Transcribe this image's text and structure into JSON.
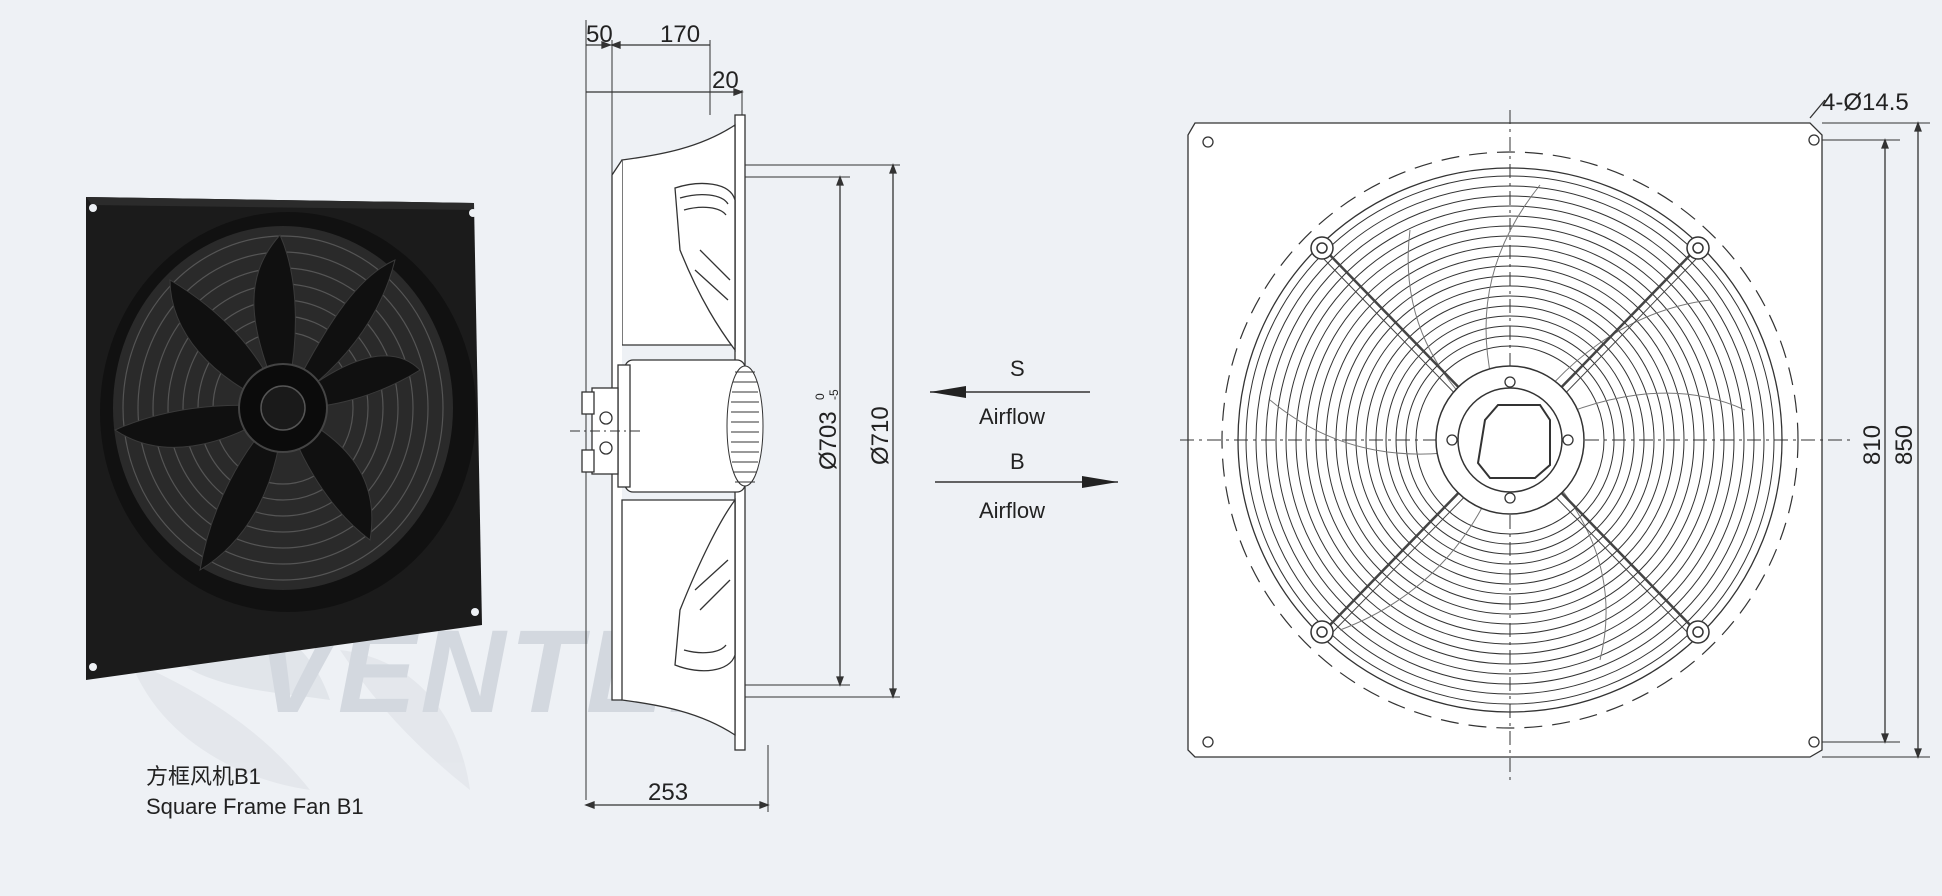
{
  "side_view": {
    "dims": {
      "top_left": "50",
      "top_right": "170",
      "flange": "20",
      "bottom": "253",
      "inner_dia_base": "Ø703",
      "inner_dia_tol_upper": "0",
      "inner_dia_tol_lower": "-5",
      "outer_dia": "Ø710"
    }
  },
  "airflow": {
    "s_label": "S",
    "s_text": "Airflow",
    "b_label": "B",
    "b_text": "Airflow"
  },
  "front_view": {
    "hole_label": "4-Ø14.5",
    "dim_inner": "810",
    "dim_outer": "850"
  },
  "watermark": {
    "text": "VENTEL"
  },
  "caption": {
    "cn": "方框风机B1",
    "en": "Square Frame Fan B1"
  },
  "colors": {
    "line": "#333333",
    "blade_fill": "#ffffff",
    "frame_dark": "#1b1b1b",
    "watermark": "#d2d7de",
    "watermark_accent": "#bcd7ee"
  }
}
